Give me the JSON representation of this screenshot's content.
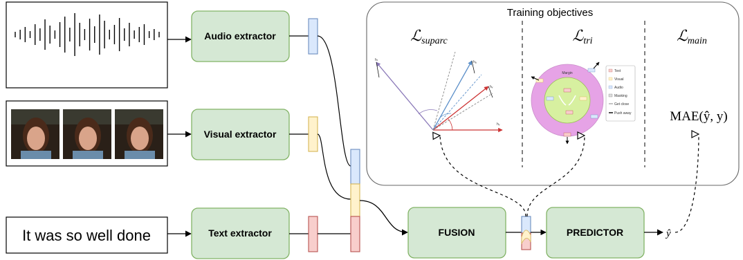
{
  "audio_box": {
    "label": "Audio extractor"
  },
  "visual_box": {
    "label": "Visual extractor"
  },
  "text_box": {
    "label": "Text extractor"
  },
  "fusion_box": {
    "label": "FUSION"
  },
  "predictor_box": {
    "label": "PREDICTOR"
  },
  "text_input": {
    "sentence": "It was so well done"
  },
  "prediction": {
    "symbol": "ŷ"
  },
  "objectives": {
    "title": "Training objectives",
    "suparc": {
      "base": "ℒ",
      "sub": "suparc"
    },
    "tri": {
      "base": "ℒ",
      "sub": "tri",
      "margin_label": "Margin",
      "legend": [
        "Text",
        "Visual",
        "Audio",
        "Masking",
        "Get close",
        "Push away"
      ]
    },
    "main": {
      "base": "ℒ",
      "sub": "main",
      "formula": "MAE(ŷ, y)"
    },
    "suparc_axes": [
      "hₜ",
      "hₐ",
      "hᵥ"
    ]
  },
  "colors": {
    "box_fill": "#d5e8d4",
    "box_stroke": "#82b366",
    "audio": "#dae8fc",
    "audio_stroke": "#6c8ebf",
    "visual": "#fff2cc",
    "visual_stroke": "#d6b656",
    "text": "#f8cecc",
    "text_stroke": "#b85450",
    "ring": "#e6a3e6",
    "inner": "#d7f0a0"
  }
}
